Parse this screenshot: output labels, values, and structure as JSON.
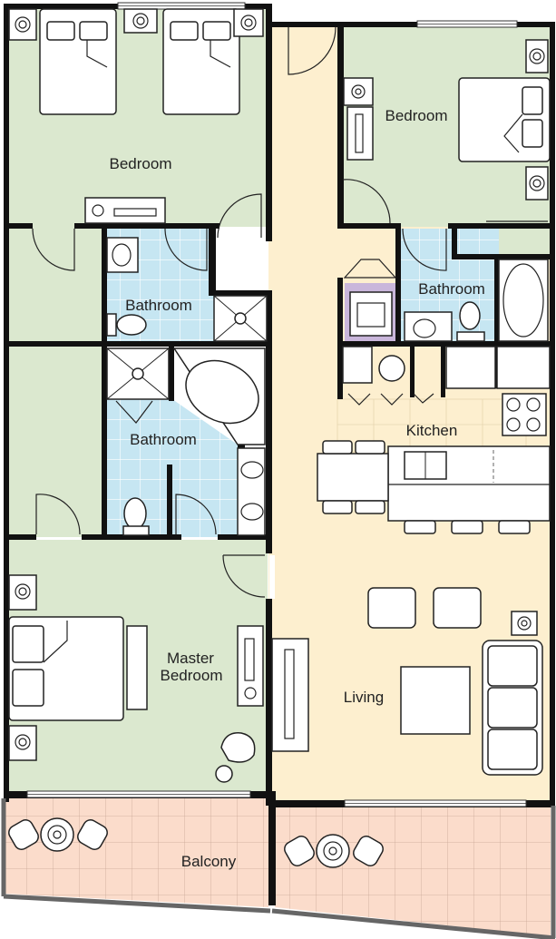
{
  "plan": {
    "rooms": {
      "bedroom_1": "Bedroom",
      "bedroom_2": "Bedroom",
      "bathroom_1": "Bathroom",
      "bathroom_2": "Bathroom",
      "bathroom_3": "Bathroom",
      "kitchen": "Kitchen",
      "master_bedroom_line1": "Master",
      "master_bedroom_line2": "Bedroom",
      "living": "Living",
      "balcony": "Balcony"
    },
    "colors": {
      "bedroom": "#dbe8cf",
      "bathroom": "#c6e6f2",
      "living": "#fdefcf",
      "balcony": "#fbdccb",
      "laundry": "#c9b6db",
      "wall": "#111111"
    }
  }
}
